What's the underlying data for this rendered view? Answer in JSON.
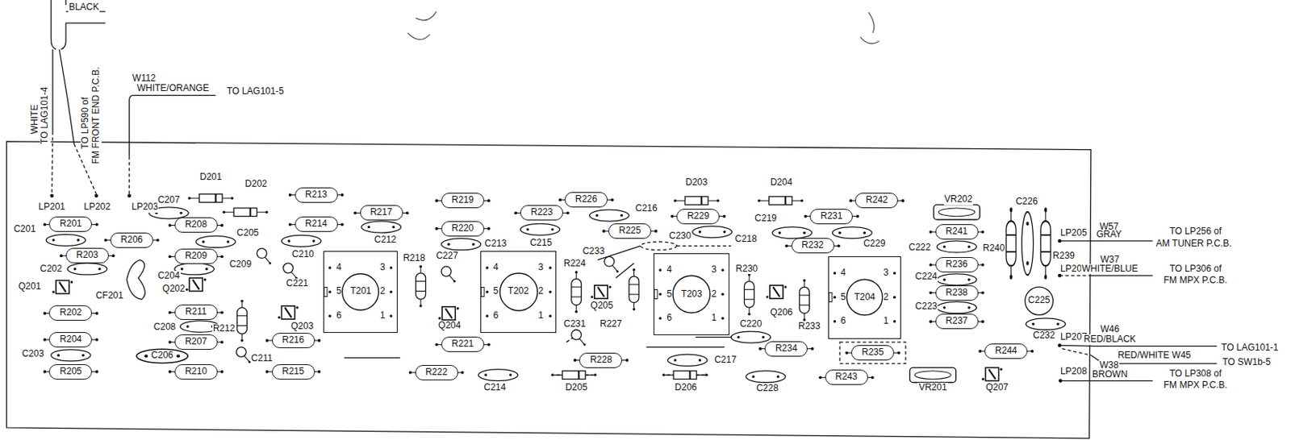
{
  "diagram": {
    "nodes": [
      {
        "text": [
          "R201"
        ]
      },
      {
        "text": [
          "R206"
        ]
      },
      {
        "text": [
          "R208"
        ]
      },
      {
        "text": [
          "R213"
        ]
      },
      {
        "text": [
          "R214"
        ]
      },
      {
        "text": [
          "R203"
        ]
      },
      {
        "text": [
          "R209"
        ]
      },
      {
        "text": [
          "4",
          "3",
          "5",
          "T201",
          "2",
          "6",
          "1"
        ]
      },
      {
        "text": [
          "R217"
        ]
      },
      {
        "text": [
          "R219"
        ]
      },
      {
        "text": [
          "R220"
        ]
      },
      {
        "text": [
          "R223"
        ]
      },
      {
        "text": [
          "R226"
        ]
      },
      {
        "text": [
          "R225"
        ]
      },
      {
        "text": [
          "R229"
        ]
      },
      {
        "text": [
          "4",
          "3",
          "5",
          "T202",
          "2",
          "6",
          "1"
        ]
      },
      {
        "text": [
          "4",
          "3",
          "5",
          "T203",
          "2",
          "6",
          "1"
        ]
      },
      {
        "text": [
          "R242"
        ]
      },
      {
        "text": [
          "R231"
        ]
      },
      {
        "text": [
          "R232"
        ]
      },
      {
        "text": [
          "R241"
        ]
      },
      {
        "text": [
          "R236"
        ]
      },
      {
        "text": [
          "R238"
        ]
      },
      {
        "text": [
          "R237"
        ]
      },
      {
        "text": [
          "4",
          "3",
          "5",
          "T204",
          "2",
          "6",
          "1"
        ]
      },
      {
        "text": [
          "R202"
        ]
      },
      {
        "text": [
          "R211"
        ]
      },
      {
        "text": [
          "R204"
        ]
      },
      {
        "text": [
          "R207"
        ]
      },
      {
        "text": [
          "R216"
        ]
      },
      {
        "text": [
          "R221"
        ]
      },
      {
        "text": [
          "R228"
        ]
      },
      {
        "text": [
          "R234"
        ]
      },
      {
        "text": [
          "R235"
        ]
      },
      {
        "text": [
          "R244"
        ]
      },
      {
        "text": [
          "R205"
        ]
      },
      {
        "text": [
          "R210"
        ]
      },
      {
        "text": [
          "R215"
        ]
      },
      {
        "text": [
          "R222"
        ]
      },
      {
        "text": [
          "R243"
        ]
      }
    ],
    "labels": [
      "BLACK",
      "WHITE",
      "TO LAG101-4",
      "TO LP590 of",
      "FM FRONT END P.C.B.",
      "W112",
      "WHITE/ORANGE",
      "TO LAG101-5",
      "LP201",
      "LP202",
      "LP203",
      "D201",
      "D202",
      "C207",
      "C201",
      "C205",
      "C202",
      "C209",
      "C210",
      "CF201",
      "C204",
      "Q201",
      "Q202",
      "C221",
      "R212",
      "Q203",
      "C208",
      "C211",
      "C203",
      "C206",
      "C212",
      "C213",
      "C227",
      "R218",
      "Q204",
      "C215",
      "C216",
      "C233",
      "C230",
      "C218",
      "R224",
      "Q205",
      "R227",
      "C231",
      "C214",
      "D205",
      "D203",
      "D204",
      "C219",
      "C229",
      "R230",
      "Q206",
      "R233",
      "C220",
      "C217",
      "D206",
      "C228",
      "VR202",
      "C226",
      "C222",
      "C224",
      "C223",
      "R240",
      "R239",
      "C225",
      "C232",
      "VR201",
      "Q207",
      "LP205",
      "LP206",
      "LP207",
      "LP208",
      "W57",
      "GRAY",
      "TO LP256 of",
      "AM TUNER P.C.B.",
      "W37",
      "WHITE/BLUE",
      "TO LP306 of",
      "FM MPX P.C.B.",
      "W46",
      "RED/BLACK",
      "TO LAG101-1",
      "RED/WHITE W45",
      "TO SW1b-5",
      "W38",
      "BROWN",
      "TO LP308 of",
      "FM MPX P.C.B."
    ]
  }
}
